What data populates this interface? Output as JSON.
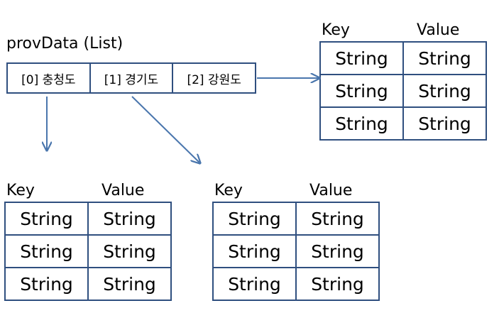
{
  "list_title": "provData (List)",
  "list_cells": [
    "[0] 충청도",
    "[1] 경기도",
    "[2] 강원도"
  ],
  "maps": [
    {
      "key_header": "Key",
      "value_header": "Value",
      "rows": [
        {
          "key": "String",
          "value": "String"
        },
        {
          "key": "String",
          "value": "String"
        },
        {
          "key": "String",
          "value": "String"
        }
      ]
    },
    {
      "key_header": "Key",
      "value_header": "Value",
      "rows": [
        {
          "key": "String",
          "value": "String"
        },
        {
          "key": "String",
          "value": "String"
        },
        {
          "key": "String",
          "value": "String"
        }
      ]
    },
    {
      "key_header": "Key",
      "value_header": "Value",
      "rows": [
        {
          "key": "String",
          "value": "String"
        },
        {
          "key": "String",
          "value": "String"
        },
        {
          "key": "String",
          "value": "String"
        }
      ]
    }
  ],
  "colors": {
    "line": "#2f4f7f",
    "arrow": "#4a76ad"
  }
}
